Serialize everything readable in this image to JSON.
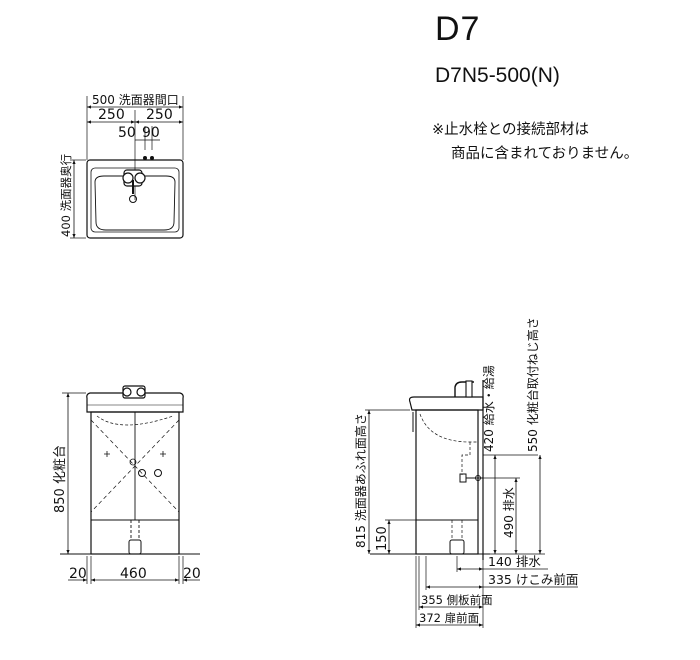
{
  "header": {
    "title": "D7",
    "model": "D7N5-500(N)",
    "note_line1": "※止水栓との接続部材は",
    "note_line2": "商品に含まれておりません。"
  },
  "top_view": {
    "dim_width": "500 洗面器間口",
    "dim_left_half": "250",
    "dim_right_half": "250",
    "dim_50": "50",
    "dim_90": "90",
    "dim_depth": "400 洗面器奥行"
  },
  "front_view": {
    "dim_height": "850 化粧台",
    "dim_side_left": "20",
    "dim_width": "460",
    "dim_side_right": "20"
  },
  "side_view": {
    "dim_overflow": "815 洗面器あふれ面高さ",
    "dim_150": "150",
    "dim_supply": "420 給水・給湯",
    "dim_mount": "550 化粧台取付ねじ高さ",
    "dim_drain": "490 排水",
    "dim_140": "140 排水",
    "dim_335": "335 けこみ前面",
    "dim_355": "355 側板前面",
    "dim_372": "372 扉前面"
  }
}
